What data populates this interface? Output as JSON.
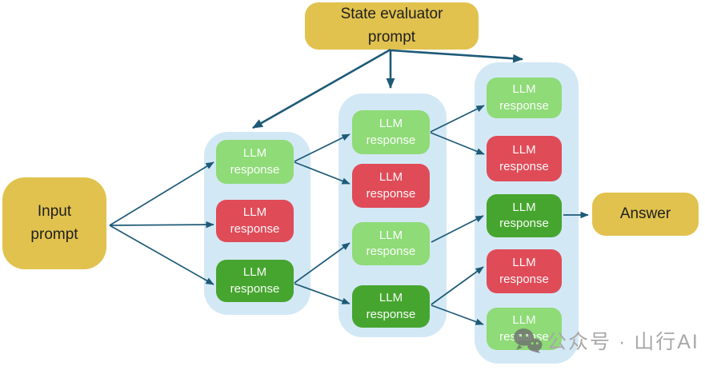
{
  "nodes": {
    "evaluator": {
      "label": "State evaluator prompt",
      "fill": "#E1C24E"
    },
    "input": {
      "label": "Input prompt",
      "fill": "#E1C24E"
    },
    "answer": {
      "label": "Answer",
      "fill": "#E1C24E"
    }
  },
  "columns": [
    {
      "name": "thought-step-1",
      "boxes": [
        {
          "label": "LLM response",
          "variant": "light-green"
        },
        {
          "label": "LLM response",
          "variant": "red"
        },
        {
          "label": "LLM response",
          "variant": "dark-green"
        }
      ]
    },
    {
      "name": "thought-step-2",
      "boxes": [
        {
          "label": "LLM response",
          "variant": "light-green"
        },
        {
          "label": "LLM response",
          "variant": "red"
        },
        {
          "label": "LLM response",
          "variant": "light-green"
        },
        {
          "label": "LLM response",
          "variant": "dark-green"
        }
      ]
    },
    {
      "name": "thought-step-3",
      "boxes": [
        {
          "label": "LLM response",
          "variant": "light-green"
        },
        {
          "label": "LLM response",
          "variant": "red"
        },
        {
          "label": "LLM response",
          "variant": "dark-green"
        },
        {
          "label": "LLM response",
          "variant": "red"
        },
        {
          "label": "LLM response",
          "variant": "light-green"
        }
      ]
    }
  ],
  "edges": [
    {
      "from": "evaluator",
      "to": "column-1"
    },
    {
      "from": "evaluator",
      "to": "column-2"
    },
    {
      "from": "evaluator",
      "to": "column-3"
    },
    {
      "from": "input",
      "to": "c1-box1"
    },
    {
      "from": "input",
      "to": "c1-box2"
    },
    {
      "from": "input",
      "to": "c1-box3"
    },
    {
      "from": "c1-box1",
      "to": "c2-box1"
    },
    {
      "from": "c1-box1",
      "to": "c2-box2"
    },
    {
      "from": "c1-box3",
      "to": "c2-box3"
    },
    {
      "from": "c1-box3",
      "to": "c2-box4"
    },
    {
      "from": "c2-box1",
      "to": "c3-box1"
    },
    {
      "from": "c2-box1",
      "to": "c3-box2"
    },
    {
      "from": "c2-box3",
      "to": "c3-box3"
    },
    {
      "from": "c2-box4",
      "to": "c3-box4"
    },
    {
      "from": "c2-box4",
      "to": "c3-box5"
    },
    {
      "from": "c3-box3",
      "to": "answer"
    }
  ],
  "colors": {
    "prompt_fill": "#E1C24E",
    "container_fill": "#D3E8F5",
    "light_green": "#8EDB77",
    "red": "#E04B58",
    "dark_green": "#46A52F",
    "arrow": "#1D5A77",
    "box_text": "#FFFFFF",
    "prompt_text": "#1F1F1F",
    "watermark_text": "#A8A8A8"
  },
  "watermark": {
    "icon": "wechat-icon",
    "text": "公众号 · 山行AI"
  }
}
